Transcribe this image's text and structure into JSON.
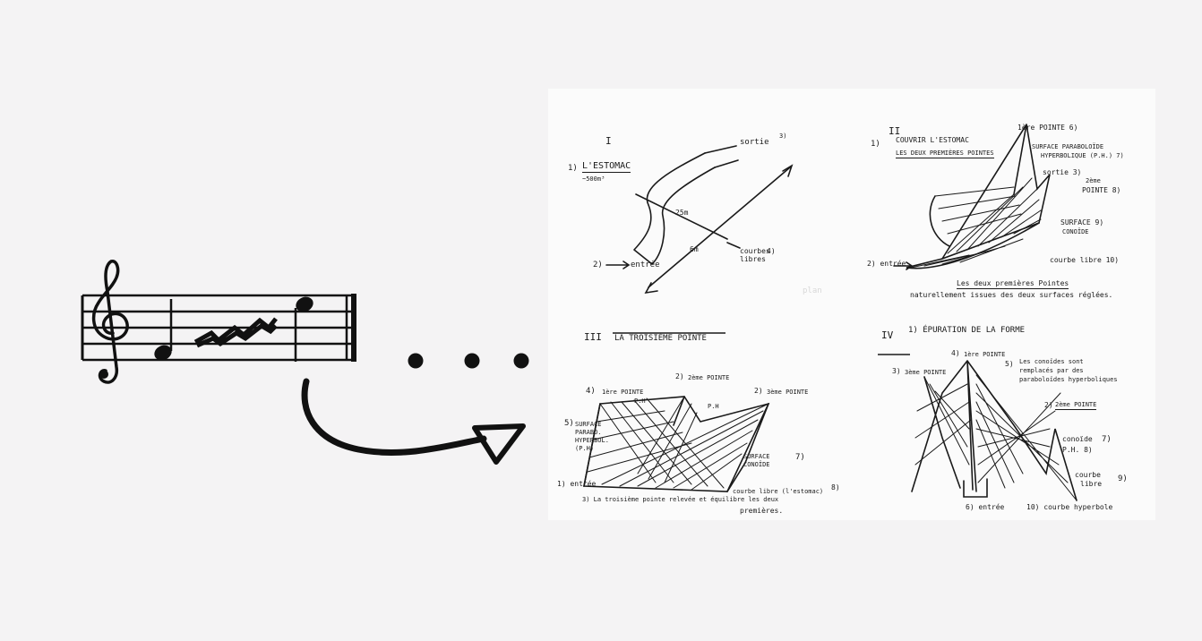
{
  "colors": {
    "background": "#f4f3f4",
    "ink": "#111111",
    "paper": "#fbfbfb"
  },
  "music": {
    "icon": "music-staff-icon",
    "clef_icon": "treble-clef-icon"
  },
  "ellipsis_icon": "three-dots-icon",
  "arrow_icon": "curved-arrow-icon",
  "sketches": {
    "panel1": {
      "numeral": "I",
      "title": "L'ESTOMAC",
      "title_num": "1)",
      "volume": "~500m³",
      "sortie": "sortie",
      "sortie_num": "3)",
      "entree": "entrée",
      "entree_num": "2)",
      "dim1": "25m",
      "dim2": "6m",
      "courbes": "courbes",
      "courbes_num": "4)",
      "libres": "libres"
    },
    "panel2": {
      "numeral": "II",
      "num": "1)",
      "title1": "COUVRIR L'ESTOMAC",
      "title2": "LES DEUX PREMIÈRES POINTES",
      "pointe1": "1ère POINTE 6)",
      "surface_paraboloide": "SURFACE PARABOLOÏDE",
      "hyperbolique": "HYPERBOLIQUE (P.H.) 7)",
      "sortie": "sortie 3)",
      "pointe2a": "2ème",
      "pointe2b": "POINTE 8)",
      "surface_conoide": "SURFACE 9)",
      "conoide": "CONOÏDE",
      "courbe_libre": "courbe libre 10)",
      "entree": "2) entrée",
      "bottom1": "Les deux premières Pointes",
      "bottom2": "naturellement issues des deux surfaces réglées."
    },
    "panel3": {
      "numeral": "III",
      "title": "LA TROISIÈME POINTE",
      "n4": "4)",
      "pointe_left": "1ère POINTE",
      "ph_top": "P.H",
      "n2": "2)",
      "pointe_mid": "2ème POINTE",
      "ph_mid": "P.H",
      "n2b": "2)",
      "pointe_right": "3ème POINTE",
      "n5": "5)",
      "left_label1": "SURFACE",
      "left_label2": "PARABO.",
      "left_label3": "HYPERBOL.",
      "left_label4": "(P.H)",
      "n7": "7)",
      "surface_conoide1": "SURFACE",
      "surface_conoide2": "CONOÏDE",
      "entree": "1) entrée",
      "courbe_libre": "courbe libre (l'estomac)",
      "n8": "8)",
      "bottom1": "3) La troisième pointe relevée et équilibre les deux",
      "bottom2": "premières."
    },
    "panel4": {
      "numeral": "IV",
      "title": "1) ÉPURATION DE LA FORME",
      "n4": "4)",
      "pointe1": "1ère POINTE",
      "pointe3": "3ème POINTE",
      "n3": "3)",
      "n5": "5)",
      "desc1": "Les conoïdes sont",
      "desc2": "remplacés par des",
      "desc3": "paraboloïdes hyperboliques",
      "n2": "2)",
      "pointe2": "2ème POINTE",
      "conoide": "conoïde",
      "ph": "P.H. 8)",
      "n7": "7)",
      "courbe_libre1": "courbe",
      "courbe_libre2": "libre",
      "n9": "9)",
      "entree": "6) entrée",
      "courbe_hyperbole": "10) courbe hyperbole"
    },
    "watermark": "plan"
  }
}
